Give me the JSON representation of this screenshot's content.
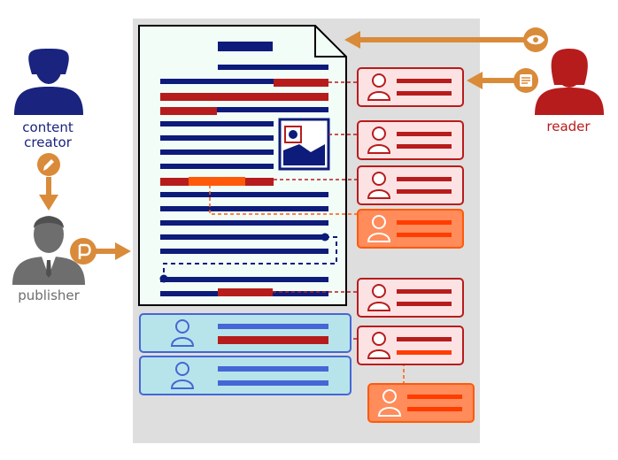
{
  "actors": {
    "content_creator": {
      "line1": "content",
      "line2": "creator",
      "color": "#1a237e"
    },
    "publisher": {
      "label": "publisher",
      "color": "#6e6e6e"
    },
    "reader": {
      "label": "reader",
      "color": "#b71c1c"
    }
  },
  "icons": {
    "creator_action": "pencil-icon",
    "publisher_action": "publish-icon",
    "reader_view": "eye-icon",
    "reader_comment": "comment-icon",
    "content_image": "image-icon"
  },
  "colors": {
    "panel_bg": "#dedede",
    "document_bg": "#f2fdf8",
    "text_line": "#0d1b7a",
    "highlight_red": "#b71c1c",
    "highlight_orange": "#ff5a0a",
    "annotation_pink_bg": "#fde2e4",
    "annotation_pink_border": "#b71c1c",
    "annotation_orange_bg": "#ff8c5a",
    "annotation_orange_border": "#ff5a0a",
    "annotation_blue_bg": "#b7e4ea",
    "annotation_blue_border": "#4566d6",
    "arrow": "#d98b3a"
  }
}
